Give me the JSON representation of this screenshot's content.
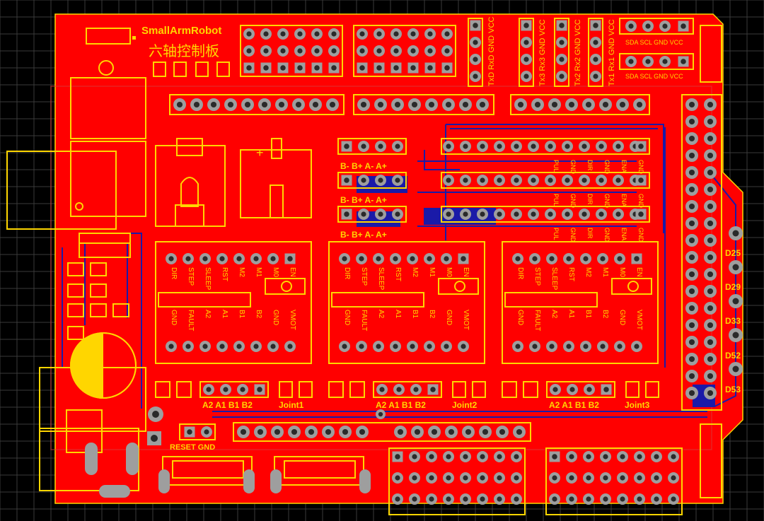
{
  "board": {
    "title": "SmallArmRobot",
    "subtitle_cn": "六轴控制板",
    "colors": {
      "background": "#000000",
      "copper": "#ff0000",
      "silkscreen": "#ffd600",
      "pad": "#9e9e9e",
      "bottom_trace": "#1a1aa8"
    }
  },
  "top_headers": {
    "uart0": [
      "TxD",
      "RxD",
      "GND",
      "VCC"
    ],
    "uart3": [
      "Tx3",
      "Rx3",
      "GND",
      "VCC"
    ],
    "uart2": [
      "Tx2",
      "Rx2",
      "GND",
      "VCC"
    ],
    "uart1": [
      "Tx1",
      "Rx1",
      "GND",
      "VCC"
    ],
    "i2c_top": "SDA SCL GND VCC",
    "i2c_bottom": "SDA SCL GND VCC"
  },
  "motor_connectors": {
    "row1": "B- B+ A- A+",
    "row2": "B- B+ A- A+",
    "row3": "B- B+ A- A+"
  },
  "driver_ports": {
    "labels": [
      "PUL",
      "GND",
      "DIR",
      "GND",
      "ENA",
      "GND"
    ]
  },
  "drivers": {
    "top_pins": [
      "DIR",
      "STEP",
      "SLEEP",
      "RST",
      "M2",
      "M1",
      "M0",
      "EN"
    ],
    "bottom_pins": [
      "GND",
      "FAULT",
      "A2",
      "A1",
      "B1",
      "B2",
      "GND",
      "VMOT"
    ],
    "joint1": {
      "outputs": [
        "A2",
        "A1",
        "B1",
        "B2"
      ],
      "name": "Joint1"
    },
    "joint2": {
      "outputs": [
        "A2",
        "A1",
        "B1",
        "B2"
      ],
      "name": "Joint2"
    },
    "joint3": {
      "outputs": [
        "A2",
        "A1",
        "B1",
        "B2"
      ],
      "name": "Joint3"
    }
  },
  "right_labels": [
    "D25",
    "D29",
    "D33",
    "D52",
    "D53"
  ],
  "bottom": {
    "reset_gnd": "RESET GND"
  }
}
